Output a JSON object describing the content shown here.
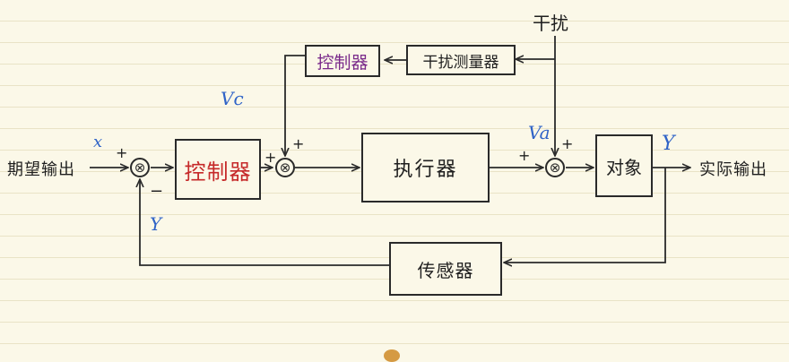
{
  "blocks": {
    "main_controller": {
      "label": "控制器",
      "color": "#c62a2a"
    },
    "ff_controller": {
      "label": "控制器",
      "color": "#7a2a8a"
    },
    "disturbance_sensor": {
      "label": "干扰测量器"
    },
    "actuator": {
      "label": "执行器"
    },
    "plant": {
      "label": "对象"
    },
    "sensor": {
      "label": "传感器"
    }
  },
  "labels": {
    "input": "期望输出",
    "output": "实际输出",
    "disturbance": "干扰"
  },
  "variables": {
    "x": "x",
    "feedback_y": "Y",
    "vc": "Vc",
    "va": "Va",
    "output_y": "Y"
  },
  "signs": {
    "sum1_top": "+",
    "sum1_bottom": "−",
    "sum2_left": "+",
    "sum2_top": "+",
    "sum3_left": "+",
    "sum3_top": "+"
  },
  "junction_glyph": "⊗",
  "colors": {
    "variable": "#2f63c7",
    "ink": "#2a2a2a",
    "paper": "#fbf8e8"
  }
}
